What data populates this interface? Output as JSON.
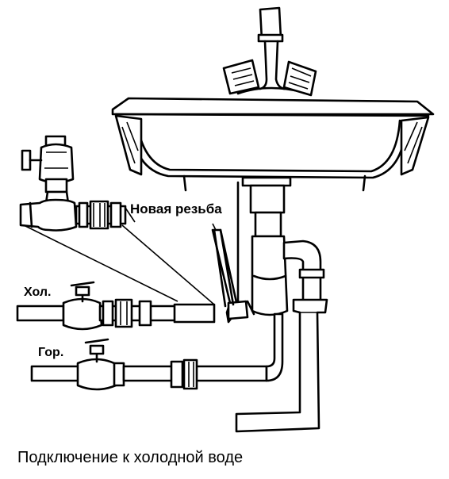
{
  "labels": {
    "new_thread": "Новая резьба",
    "cold": "Хол.",
    "hot": "Гор."
  },
  "caption": "Подключение к холодной воде",
  "colors": {
    "line": "#000000",
    "background": "#ffffff"
  }
}
